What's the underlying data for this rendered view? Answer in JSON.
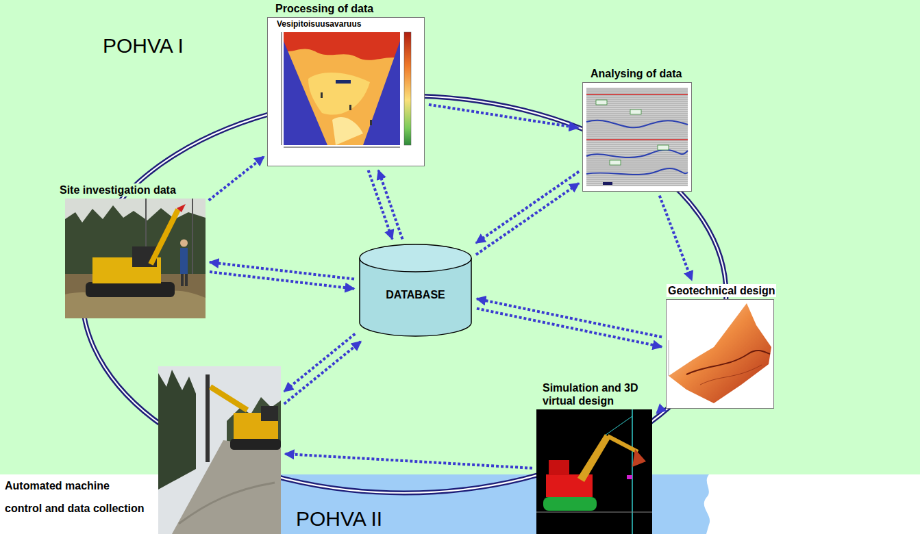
{
  "diagram": {
    "nodes": [
      {
        "text": [
          "Processing of data"
        ]
      },
      {
        "text": [
          "Analysing of data"
        ]
      },
      {
        "text": [
          "Geotechnical design"
        ]
      },
      {
        "text": [
          "Simulation and 3D virtual design"
        ]
      },
      {
        "text": [
          "Automated machine control and data collection"
        ]
      },
      {
        "text": [
          "Site investigation data"
        ]
      },
      {
        "text": [
          "DATABASE"
        ]
      }
    ],
    "edges": [
      {
        "from": 5,
        "to": 0,
        "arrow": "to"
      },
      {
        "from": 0,
        "to": 1,
        "arrow": "to"
      },
      {
        "from": 0,
        "to": 6,
        "arrow": "to"
      },
      {
        "from": 6,
        "to": 0,
        "arrow": "to"
      },
      {
        "from": 1,
        "to": 6,
        "arrow": "to"
      },
      {
        "from": 6,
        "to": 1,
        "arrow": "to"
      },
      {
        "from": 1,
        "to": 2,
        "arrow": "to"
      },
      {
        "from": 2,
        "to": 6,
        "arrow": "to"
      },
      {
        "from": 6,
        "to": 2,
        "arrow": "to"
      },
      {
        "from": 2,
        "to": 3,
        "arrow": "to"
      },
      {
        "from": 3,
        "to": 4,
        "arrow": "to"
      },
      {
        "from": 6,
        "to": 4,
        "arrow": "to"
      },
      {
        "from": 4,
        "to": 6,
        "arrow": "to"
      },
      {
        "from": 5,
        "to": 6,
        "arrow": "to"
      },
      {
        "from": 6,
        "to": 5,
        "arrow": "to"
      }
    ],
    "labels": [
      "POHVA I",
      "POHVA II",
      "Vesipitoisuusavaruus"
    ]
  }
}
